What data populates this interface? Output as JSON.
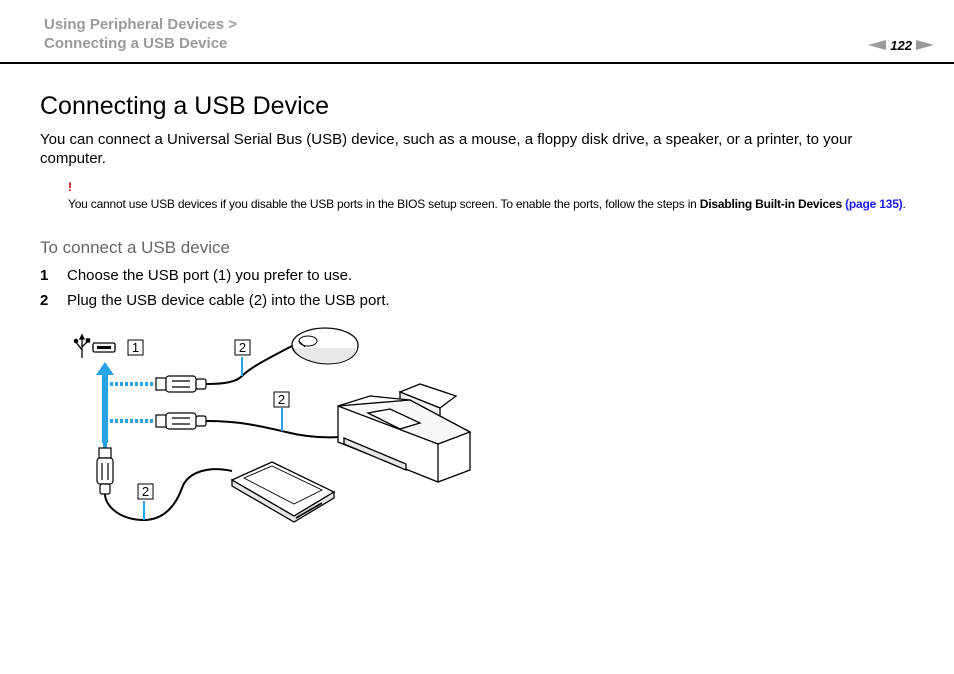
{
  "header": {
    "breadcrumb_line1": "Using Peripheral Devices >",
    "breadcrumb_line2": "Connecting a USB Device",
    "page_number": "122"
  },
  "main": {
    "title": "Connecting a USB Device",
    "intro": "You can connect a Universal Serial Bus (USB) device, such as a mouse, a floppy disk drive, a speaker, or a printer, to your computer.",
    "note": {
      "mark": "!",
      "text_before": "You cannot use USB devices if you disable the USB ports in the BIOS setup screen. To enable the ports, follow the steps in ",
      "bold_text": "Disabling Built-in Devices",
      "link_text": "(page 135)",
      "text_after": "."
    },
    "procedure_title": "To connect a USB device",
    "steps": [
      {
        "num": "1",
        "text": "Choose the USB port (1) you prefer to use."
      },
      {
        "num": "2",
        "text": "Plug the USB device cable (2) into the USB port."
      }
    ],
    "figure": {
      "callouts": [
        "1",
        "2",
        "2",
        "2"
      ],
      "colors": {
        "arrow": "#29a3e6",
        "line": "#000000"
      }
    }
  }
}
